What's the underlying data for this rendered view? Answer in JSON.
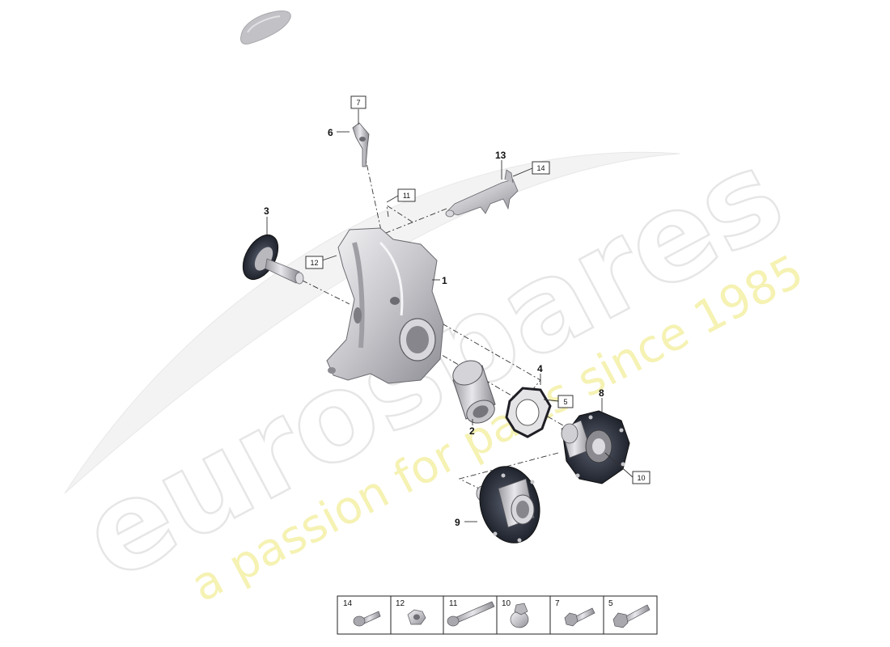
{
  "watermark": {
    "brand": "eurospares",
    "tagline": "a passion for parts since 1985"
  },
  "callouts": {
    "c1": "1",
    "c2": "2",
    "c3": "3",
    "c4": "4",
    "c5": "5",
    "c6": "6",
    "c7": "7",
    "c8": "8",
    "c9": "9",
    "c10": "10",
    "c11": "11",
    "c12": "12",
    "c13": "13",
    "c14": "14"
  },
  "legend": {
    "cells": [
      {
        "number": "14",
        "icon": "short-bolt-icon"
      },
      {
        "number": "12",
        "icon": "flange-nut-icon"
      },
      {
        "number": "11",
        "icon": "long-bolt-icon"
      },
      {
        "number": "10",
        "icon": "collar-nut-icon"
      },
      {
        "number": "7",
        "icon": "hex-bolt-icon"
      },
      {
        "number": "5",
        "icon": "hex-bolt-icon"
      }
    ]
  },
  "colors": {
    "metal": "#c8c8cc",
    "dark_flange": "#2e3440",
    "watermark_yellow": "#f2ee9a"
  }
}
